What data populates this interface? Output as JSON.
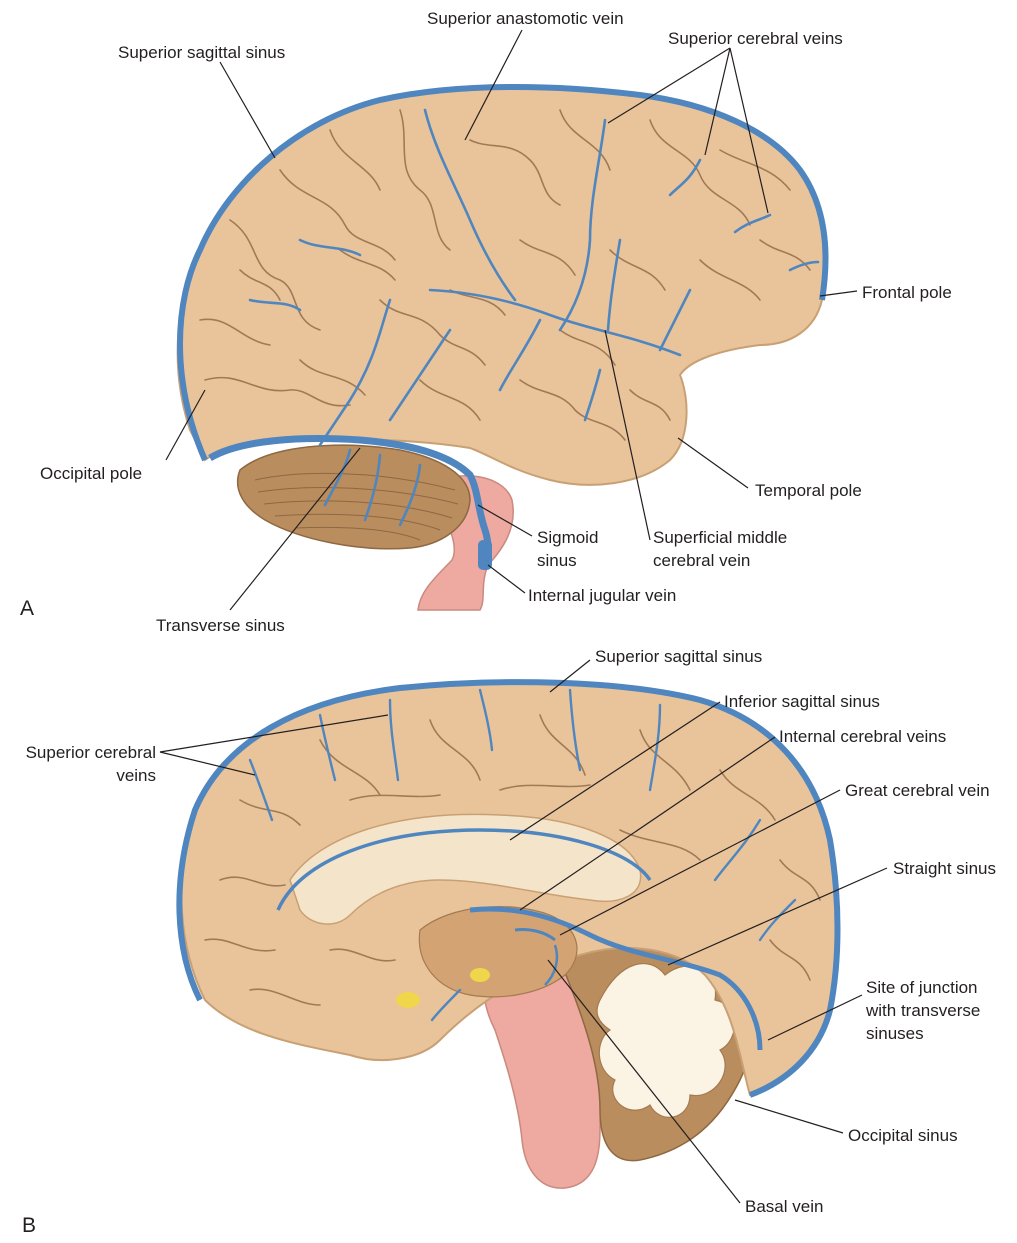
{
  "panel_a": {
    "letter": "A",
    "labels": {
      "superior_anastomotic_vein": "Superior anastomotic vein",
      "superior_sagittal_sinus": "Superior sagittal sinus",
      "superior_cerebral_veins": "Superior cerebral veins",
      "frontal_pole": "Frontal pole",
      "occipital_pole": "Occipital pole",
      "temporal_pole": "Temporal pole",
      "sigmoid_sinus_1": "Sigmoid",
      "sigmoid_sinus_2": "sinus",
      "superficial_middle_cerebral_vein_1": "Superficial middle",
      "superficial_middle_cerebral_vein_2": "cerebral vein",
      "internal_jugular_vein": "Internal jugular vein",
      "transverse_sinus": "Transverse sinus"
    }
  },
  "panel_b": {
    "letter": "B",
    "labels": {
      "superior_sagittal_sinus": "Superior sagittal sinus",
      "inferior_sagittal_sinus": "Inferior sagittal sinus",
      "superior_cerebral_veins_1": "Superior cerebral",
      "superior_cerebral_veins_2": "veins",
      "internal_cerebral_veins": "Internal cerebral veins",
      "great_cerebral_vein": "Great cerebral vein",
      "straight_sinus": "Straight sinus",
      "site_of_junction_1": "Site of junction",
      "site_of_junction_2": "with transverse",
      "site_of_junction_3": "sinuses",
      "occipital_sinus": "Occipital sinus",
      "basal_vein": "Basal vein"
    }
  },
  "colors": {
    "brain": "#e9c49a",
    "brain_outline": "#c9a074",
    "sulcus": "#a07a55",
    "vein": "#4f86bf",
    "cerebellum": "#b98d5e",
    "brainstem": "#eea9a0",
    "leader": "#231f20"
  }
}
